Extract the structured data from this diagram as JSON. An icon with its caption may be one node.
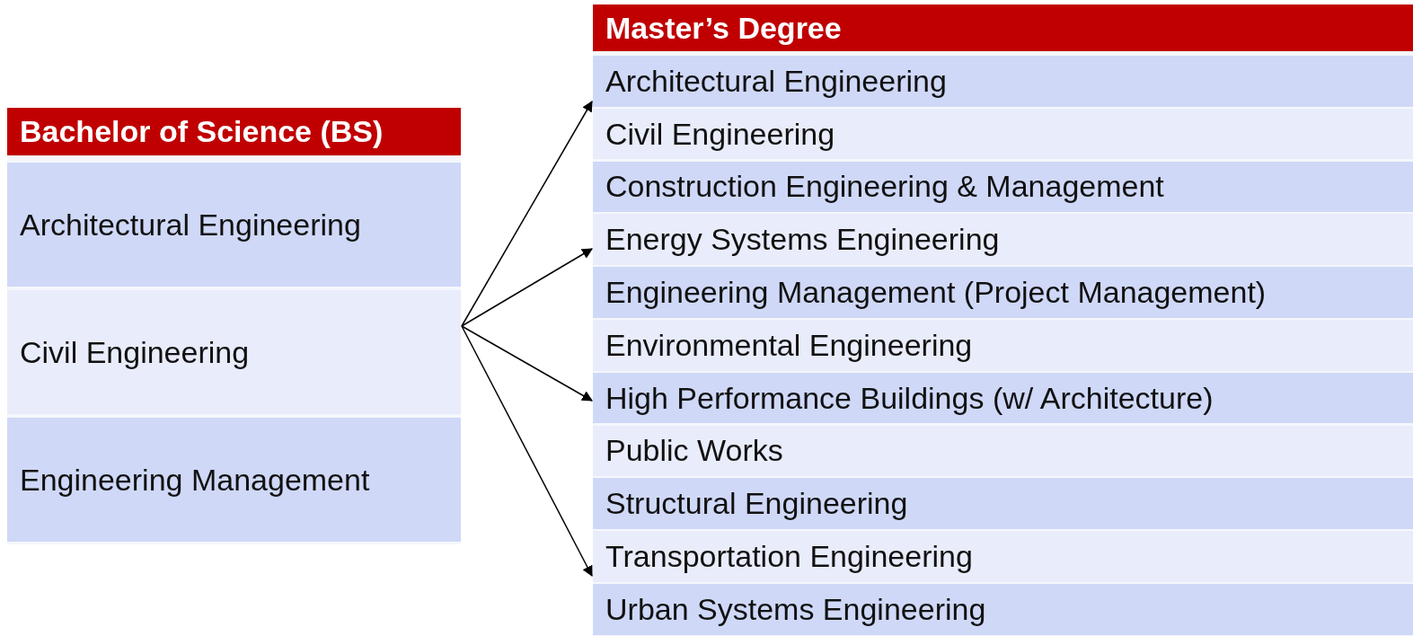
{
  "diagram": {
    "nodes": [
      {
        "text": [
          "Bachelor of Science (BS)"
        ]
      },
      {
        "text": [
          "Architectural Engineering"
        ],
        "in": 0
      },
      {
        "text": [
          "Civil Engineering"
        ],
        "in": 0
      },
      {
        "text": [
          "Engineering Management"
        ],
        "in": 0
      },
      {
        "text": [
          "Master’s Degree"
        ]
      },
      {
        "text": [
          "Architectural Engineering"
        ],
        "in": 4
      },
      {
        "text": [
          "Civil Engineering"
        ],
        "in": 4
      },
      {
        "text": [
          "Construction Engineering & Management"
        ],
        "in": 4
      },
      {
        "text": [
          "Energy Systems Engineering"
        ],
        "in": 4
      },
      {
        "text": [
          "Engineering Management (Project Management)"
        ],
        "in": 4
      },
      {
        "text": [
          "Environmental Engineering"
        ],
        "in": 4
      },
      {
        "text": [
          "High Performance Buildings (w/ Architecture)"
        ],
        "in": 4
      },
      {
        "text": [
          "Public Works"
        ],
        "in": 4
      },
      {
        "text": [
          "Structural Engineering"
        ],
        "in": 4
      },
      {
        "text": [
          "Transportation Engineering"
        ],
        "in": 4
      },
      {
        "text": [
          "Urban Systems Engineering"
        ],
        "in": 4
      }
    ],
    "edges": [
      {
        "from": 0,
        "to": 4,
        "arrow": "to"
      },
      {
        "from": 0,
        "to": 4,
        "arrow": "to"
      },
      {
        "from": 0,
        "to": 4,
        "arrow": "to"
      },
      {
        "from": 0,
        "to": 4,
        "arrow": "to"
      }
    ]
  }
}
